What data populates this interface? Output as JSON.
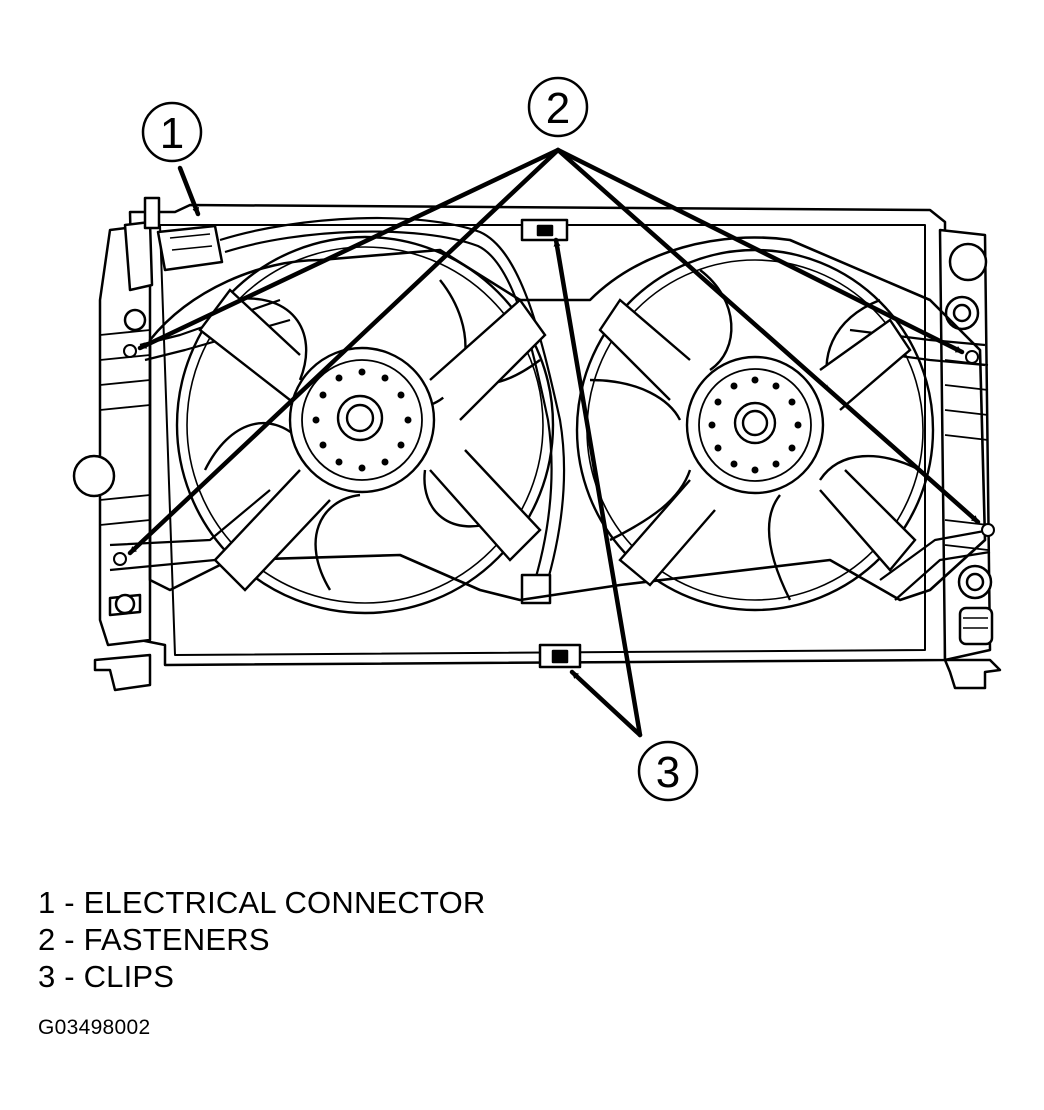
{
  "callouts": [
    {
      "number": "1"
    },
    {
      "number": "2"
    },
    {
      "number": "3"
    }
  ],
  "legend": [
    {
      "text": "1 - ELECTRICAL CONNECTOR"
    },
    {
      "text": "2 - FASTENERS"
    },
    {
      "text": "3 - CLIPS"
    }
  ],
  "figure_id": "G03498002",
  "colors": {
    "ink": "#000000",
    "paper": "#ffffff"
  }
}
